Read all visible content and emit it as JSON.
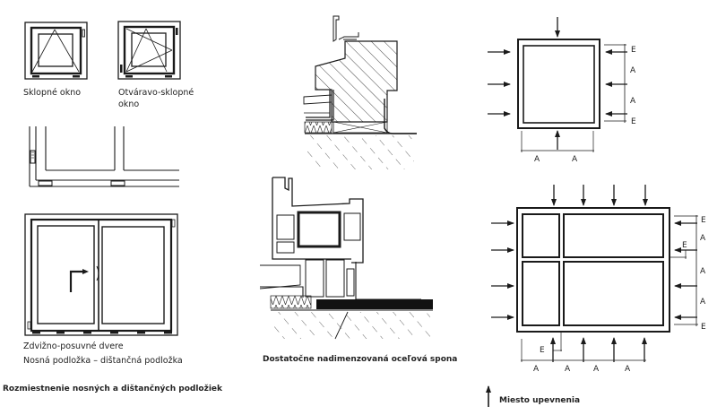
{
  "panels": {
    "left": {
      "window_tilt": {
        "caption": "Sklopné okno"
      },
      "window_tilt_turn": {
        "caption_line1": "Otváravo-sklopné",
        "caption_line2": "okno"
      },
      "lift_slide_door": {
        "caption": "Zdvižno-posuvné dvere"
      },
      "pad_types": {
        "caption": "Nosná podložka – dištančná podložka"
      },
      "section_title": "Rozmiestnenie nosných a dištančných podložiek"
    },
    "middle": {
      "section_caption": "Dostatočne nadimenzovaná oceľová spona"
    },
    "right": {
      "single_window": {
        "right_dims": [
          "E",
          "A",
          "A",
          "E"
        ],
        "bottom_dims": [
          "A",
          "A"
        ]
      },
      "multi_window": {
        "right_dims": [
          "E",
          "A",
          "E",
          "A",
          "A",
          "E"
        ],
        "bottom_dims": [
          "E",
          "A",
          "A",
          "A",
          "A"
        ]
      },
      "legend": {
        "label": "Miesto upevnenia",
        "icon": "arrow-up-icon"
      }
    }
  },
  "colors": {
    "ink": "#1a1a1a",
    "background": "#ffffff",
    "hatch": "#333333"
  }
}
